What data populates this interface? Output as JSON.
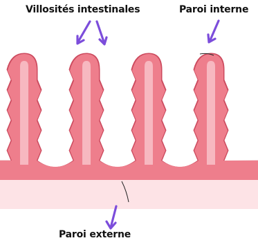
{
  "labels": {
    "villosites": "Villosités intestinales",
    "paroi_interne": "Paroi interne",
    "paroi_externe": "Paroi externe"
  },
  "colors": {
    "background": "#ffffff",
    "tissue_fill": "#ee7e8c",
    "tissue_inner": "#f7b8c0",
    "tissue_edge": "#cc4a5e",
    "base_fill": "#fde3e6",
    "arrow": "#7c4ddb",
    "text": "#111111"
  },
  "villi_count": 4
}
